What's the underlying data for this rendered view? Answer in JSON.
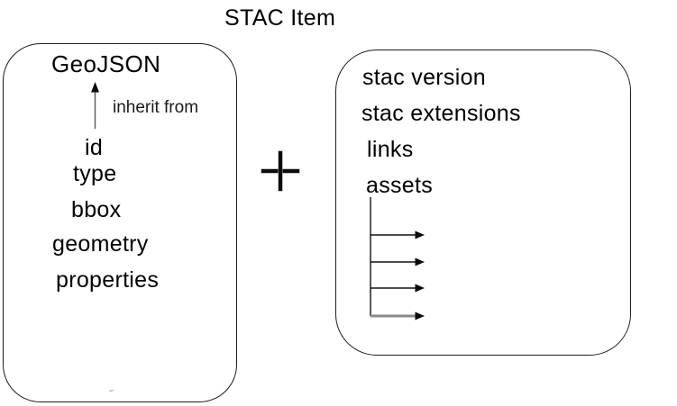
{
  "title": "STAC Item",
  "plus": "+",
  "left_box": {
    "header": "GeoJSON",
    "inherit_label": "inherit from",
    "fields": [
      "id",
      "type",
      "bbox",
      "geometry",
      "properties"
    ]
  },
  "right_box": {
    "fields": [
      "stac version",
      "stac extensions",
      "links",
      "assets"
    ],
    "asset_branches": [
      "black",
      "black",
      "black",
      "gray"
    ]
  },
  "icons": {
    "inherit_arrow": "arrow-up-icon",
    "plus": "plus-icon",
    "asset_branch": "arrow-right-icon"
  },
  "colors": {
    "text": "#000000",
    "border": "#1c1c1c",
    "arrow_shaft_gray": "#606060",
    "branch_black": "#111111",
    "branch_gray": "#8a8a8a"
  }
}
